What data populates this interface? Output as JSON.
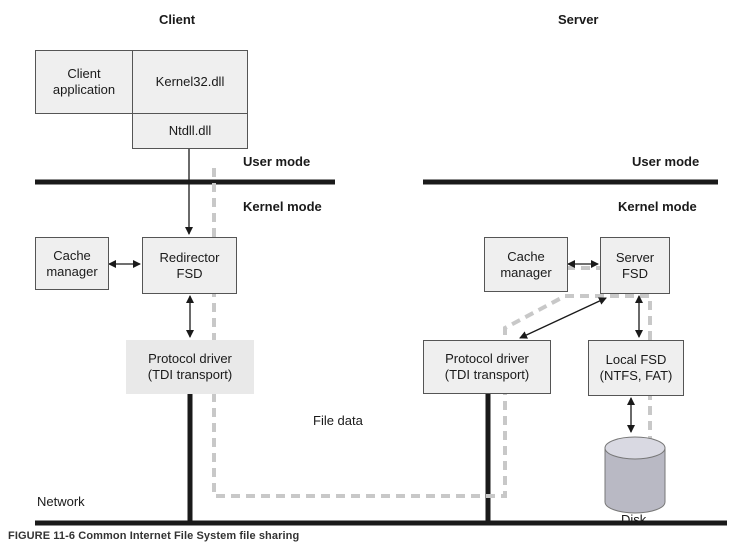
{
  "headings": {
    "client": "Client",
    "server": "Server"
  },
  "modes": {
    "client_user": "User mode",
    "client_kernel": "Kernel mode",
    "server_user": "User mode",
    "server_kernel": "Kernel mode"
  },
  "client": {
    "app_line1": "Client",
    "app_line2": "application",
    "kernel32": "Kernel32.dll",
    "ntdll": "Ntdll.dll",
    "cache_line1": "Cache",
    "cache_line2": "manager",
    "redirector_line1": "Redirector",
    "redirector_line2": "FSD",
    "protocol_line1": "Protocol driver",
    "protocol_line2": "(TDI transport)"
  },
  "server": {
    "cache_line1": "Cache",
    "cache_line2": "manager",
    "fsd_line1": "Server",
    "fsd_line2": "FSD",
    "protocol_line1": "Protocol driver",
    "protocol_line2": "(TDI transport)",
    "local_line1": "Local FSD",
    "local_line2": "(NTFS, FAT)"
  },
  "file_data": "File data",
  "network": "Network",
  "disk": "Disk",
  "caption": "FIGURE 11-6 Common Internet File System file sharing",
  "colors": {
    "line": "#1a1a1a",
    "box_fill": "#efefef",
    "dashed_path": "#c8c8c8"
  }
}
